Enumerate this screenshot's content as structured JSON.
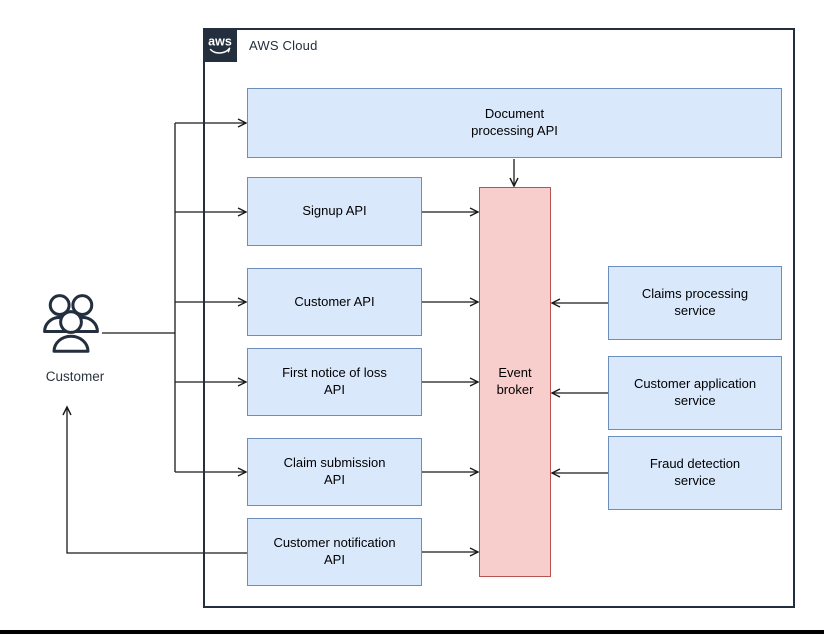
{
  "diagram": {
    "cloud": {
      "title": "AWS Cloud",
      "logo_text": "aws"
    },
    "actor": {
      "label": "Customer"
    },
    "nodes": {
      "document_processing": "Document\nprocessing API",
      "signup": "Signup API",
      "customer_api": "Customer API",
      "first_notice": "First notice of loss\nAPI",
      "claim_submission": "Claim submission\nAPI",
      "customer_notification": "Customer notification\nAPI",
      "event_broker": "Event\nbroker",
      "claims_processing": "Claims processing\nservice",
      "customer_application": "Customer application\nservice",
      "fraud_detection": "Fraud detection\nservice"
    },
    "colors": {
      "api_fill": "#dae8fc",
      "api_border": "#6c8ebf",
      "broker_fill": "#f8cecc",
      "broker_border": "#b85450",
      "cloud_border": "#232f3e",
      "line": "#1a1a1a"
    }
  }
}
